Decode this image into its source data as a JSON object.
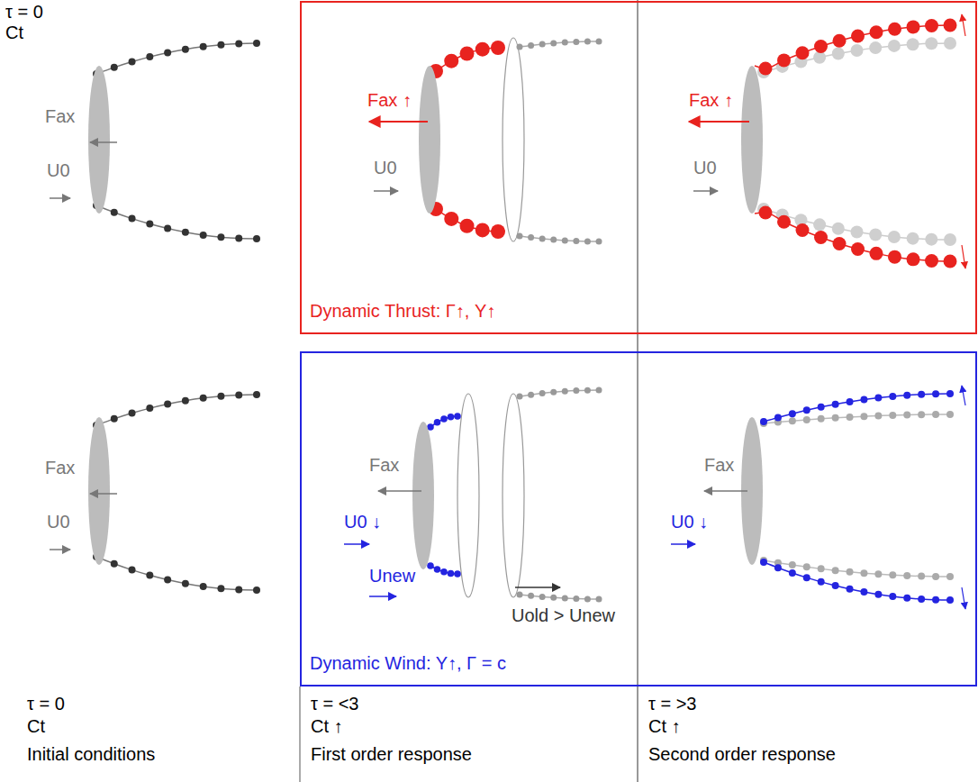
{
  "diagram": {
    "nodes": [
      {
        "text": [
          "Dynamic Thrust: Γ↑, Y↑"
        ]
      },
      {
        "text": [
          "Dynamic Wind: Y↑, Γ = c"
        ]
      }
    ],
    "labels": [
      "τ = 0",
      "Ct",
      "Fax",
      "U0",
      "Fax ↑",
      "U0",
      "Fax ↑",
      "U0",
      "Fax",
      "U0",
      "Fax",
      "U0 ↓",
      "Unew",
      "Uold > Unew",
      "Fax",
      "U0 ↓",
      "τ = 0",
      "Ct",
      "Initial conditions",
      "τ = <3",
      "Ct ↑",
      "First order response",
      "τ = >3",
      "Ct ↑",
      "Second order response"
    ]
  }
}
